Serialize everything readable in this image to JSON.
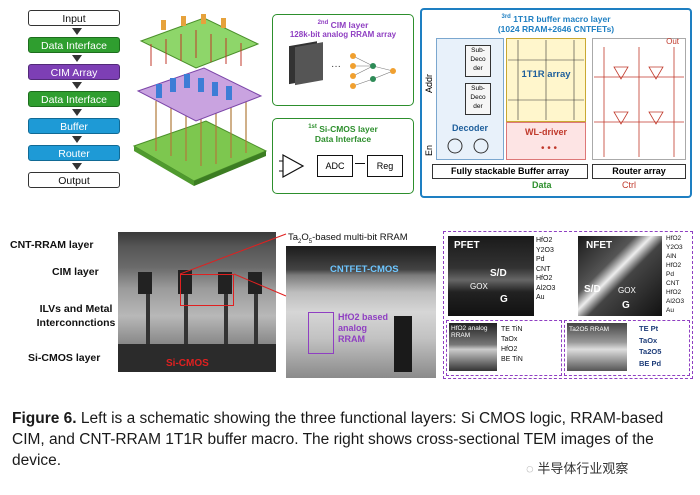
{
  "flowchart": {
    "steps": [
      "Input",
      "Data Interface",
      "CIM Array",
      "Data Interface",
      "Buffer",
      "Router",
      "Output"
    ]
  },
  "cim_layer": {
    "title_ordinal": "2nd",
    "title_rest": " CIM layer",
    "subtitle": "128k-bit analog RRAM array"
  },
  "cmos_layer": {
    "title_ordinal": "1st",
    "title_rest": " Si-CMOS layer",
    "subtitle": "Data Interface",
    "adc": "ADC",
    "reg": "Reg"
  },
  "buffer_macro": {
    "title_ordinal": "3rd",
    "title_rest": " 1T1R buffer macro layer",
    "subtitle": "(1024 RRAM+2646 CNTFETs)",
    "addr": "Addr",
    "en": "En",
    "subdecoder1": "Sub-Deco der",
    "subdecoder2": "Sub-Deco der",
    "decoder": "Decoder",
    "array": "1T1R array",
    "wl_driver": "WL-driver",
    "fully_stackable": "Fully stackable Buffer array",
    "router_array": "Router array",
    "data": "Data",
    "out": "Out",
    "ctrl": "Ctrl"
  },
  "tem_left": {
    "labels": [
      "CNT-RRAM layer",
      "CIM layer",
      "ILVs and Metal Interconnctions",
      "Si-CMOS layer"
    ],
    "si_cmos": "Si-CMOS"
  },
  "tem_mid": {
    "title_prefix": "Ta",
    "title_sub": "2",
    "title_mid": "O",
    "title_sub2": "5",
    "title_rest": "-based multi-bit RRAM",
    "cntfet": "CNTFET-CMOS",
    "hfo2": "HfO2 based analog RRAM"
  },
  "tem_right": {
    "pfet": "PFET",
    "nfet": "NFET",
    "pfet_layers": [
      "HfO2",
      "Y2O3",
      "Pd",
      "CNT",
      "HfO2",
      "Al2O3",
      "Au"
    ],
    "nfet_layers": [
      "HfO2",
      "Y2O3",
      "AlN",
      "HfO2",
      "Pd",
      "CNT",
      "HfO2",
      "Al2O3",
      "Au"
    ],
    "sd": "S/D",
    "gox": "GOX",
    "g": "G",
    "hfo2_box_title": "HfO2 analog RRAM",
    "hfo2_box_layers": [
      "TE TiN",
      "TaOx",
      "HfO2",
      "BE TiN"
    ],
    "ta2o5_box_title": "Ta2O5 RRAM",
    "ta2o5_box_layers": [
      "TE Pt",
      "TaOx",
      "Ta2O5",
      "BE Pd"
    ]
  },
  "caption": {
    "figure": "Figure 6.",
    "text": " Left is a schematic showing the three functional layers: Si CMOS logic, RRAM-based CIM, and CNT-RRAM 1T1R buffer macro. The right shows cross-sectional TEM images of the device."
  },
  "watermark": "半导体行业观察"
}
